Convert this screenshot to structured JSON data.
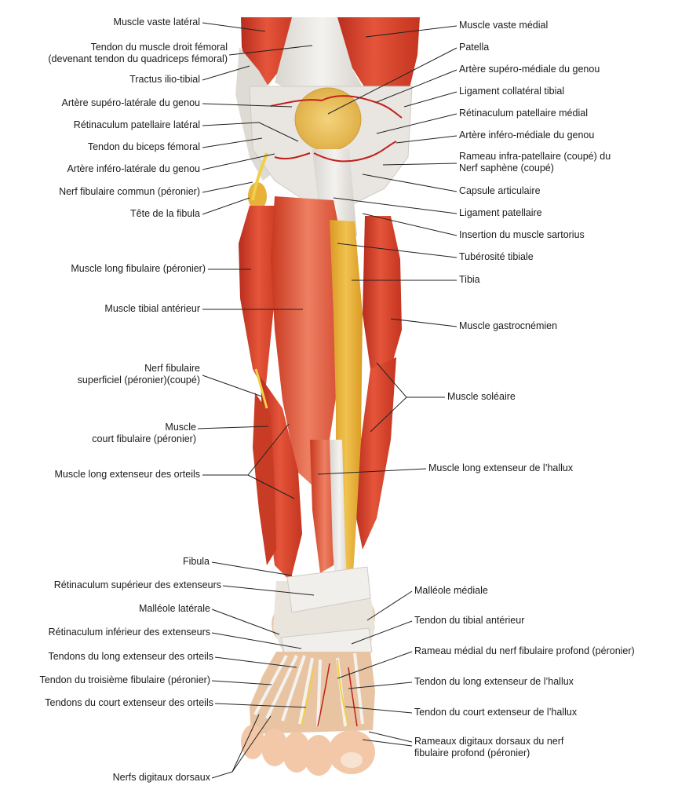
{
  "figure": {
    "colors": {
      "muscle": "#d9422c",
      "muscle_dark": "#b82c1d",
      "muscle_light": "#ea7a5e",
      "tendon": "#ebe9e6",
      "bone": "#e8b23a",
      "nerve": "#f1cf4a",
      "artery": "#c2201a",
      "skin_toe": "#f2c8a8",
      "leader": "#222222"
    },
    "labels_left": [
      {
        "id": "vaste-lateral",
        "lines": [
          "Muscle vaste latéral"
        ]
      },
      {
        "id": "tendon-droit-femoral",
        "lines": [
          "Tendon du muscle droit fémoral",
          "(devenant tendon du quadriceps fémoral)"
        ]
      },
      {
        "id": "tractus-ilio-tibial",
        "lines": [
          "Tractus ilio-tibial"
        ]
      },
      {
        "id": "artere-supero-laterale",
        "lines": [
          "Artère supéro-latérale du genou"
        ]
      },
      {
        "id": "retinaculum-patellaire-lateral",
        "lines": [
          "Rétinaculum patellaire latéral"
        ]
      },
      {
        "id": "tendon-biceps-femoral",
        "lines": [
          "Tendon du biceps fémoral"
        ]
      },
      {
        "id": "artere-infero-laterale",
        "lines": [
          "Artère inféro-latérale du genou"
        ]
      },
      {
        "id": "nerf-fibulaire-commun",
        "lines": [
          "Nerf fibulaire commun (péronier)"
        ]
      },
      {
        "id": "tete-fibula",
        "lines": [
          "Tête de la fibula"
        ]
      },
      {
        "id": "long-fibulaire",
        "lines": [
          "Muscle long fibulaire (péronier)"
        ]
      },
      {
        "id": "tibial-anterieur",
        "lines": [
          "Muscle tibial antérieur"
        ]
      },
      {
        "id": "nerf-fibulaire-superficiel",
        "lines": [
          "Nerf fibulaire",
          "superficiel (péronier)(coupé)"
        ]
      },
      {
        "id": "court-fibulaire",
        "lines": [
          "Muscle",
          "court fibulaire (péronier)"
        ]
      },
      {
        "id": "long-extenseur-orteils",
        "lines": [
          "Muscle long extenseur des orteils"
        ]
      },
      {
        "id": "fibula",
        "lines": [
          "Fibula"
        ]
      },
      {
        "id": "retinaculum-superieur",
        "lines": [
          "Rétinaculum supérieur des extenseurs"
        ]
      },
      {
        "id": "malleole-laterale",
        "lines": [
          "Malléole latérale"
        ]
      },
      {
        "id": "retinaculum-inferieur",
        "lines": [
          "Rétinaculum inférieur des extenseurs"
        ]
      },
      {
        "id": "tendons-long-extenseur-orteils",
        "lines": [
          "Tendons du long extenseur des orteils"
        ]
      },
      {
        "id": "tendon-troisieme-fibulaire",
        "lines": [
          "Tendon du troisième fibulaire (péronier)"
        ]
      },
      {
        "id": "tendons-court-extenseur-orteils",
        "lines": [
          "Tendons du court extenseur des orteils"
        ]
      },
      {
        "id": "nerfs-digitaux-dorsaux",
        "lines": [
          "Nerfs digitaux dorsaux"
        ]
      }
    ],
    "labels_right": [
      {
        "id": "vaste-medial",
        "lines": [
          "Muscle vaste médial"
        ]
      },
      {
        "id": "patella",
        "lines": [
          "Patella"
        ]
      },
      {
        "id": "artere-supero-mediale",
        "lines": [
          "Artère supéro-médiale du genou"
        ]
      },
      {
        "id": "ligament-collateral-tibial",
        "lines": [
          "Ligament collatéral tibial"
        ]
      },
      {
        "id": "retinaculum-patellaire-medial",
        "lines": [
          "Rétinaculum patellaire médial"
        ]
      },
      {
        "id": "artere-infero-mediale",
        "lines": [
          "Artère inféro-médiale du genou"
        ]
      },
      {
        "id": "rameau-infra-patellaire",
        "lines": [
          "Rameau infra-patellaire (coupé) du",
          "Nerf saphène (coupé)"
        ]
      },
      {
        "id": "capsule-articulaire",
        "lines": [
          "Capsule articulaire"
        ]
      },
      {
        "id": "ligament-patellaire",
        "lines": [
          "Ligament patellaire"
        ]
      },
      {
        "id": "insertion-sartorius",
        "lines": [
          "Insertion du muscle sartorius"
        ]
      },
      {
        "id": "tuberosite-tibiale",
        "lines": [
          "Tubérosité tibiale"
        ]
      },
      {
        "id": "tibia",
        "lines": [
          "Tibia"
        ]
      },
      {
        "id": "gastrocnemien",
        "lines": [
          "Muscle gastrocnémien"
        ]
      },
      {
        "id": "soleaire",
        "lines": [
          "Muscle soléaire"
        ]
      },
      {
        "id": "long-extenseur-hallux",
        "lines": [
          "Muscle long extenseur de l’hallux"
        ]
      },
      {
        "id": "malleole-mediale",
        "lines": [
          "Malléole médiale"
        ]
      },
      {
        "id": "tendon-tibial-anterieur",
        "lines": [
          "Tendon du tibial antérieur"
        ]
      },
      {
        "id": "rameau-medial-fibulaire-profond",
        "lines": [
          "Rameau médial du nerf fibulaire profond (péronier)"
        ]
      },
      {
        "id": "tendon-long-extenseur-hallux",
        "lines": [
          "Tendon du long extenseur de l’hallux"
        ]
      },
      {
        "id": "tendon-court-extenseur-hallux",
        "lines": [
          "Tendon du court extenseur de l’hallux"
        ]
      },
      {
        "id": "rameaux-digitaux-dorsaux",
        "lines": [
          "Rameaux digitaux dorsaux du nerf",
          "fibulaire profond (péronier)"
        ]
      }
    ]
  }
}
